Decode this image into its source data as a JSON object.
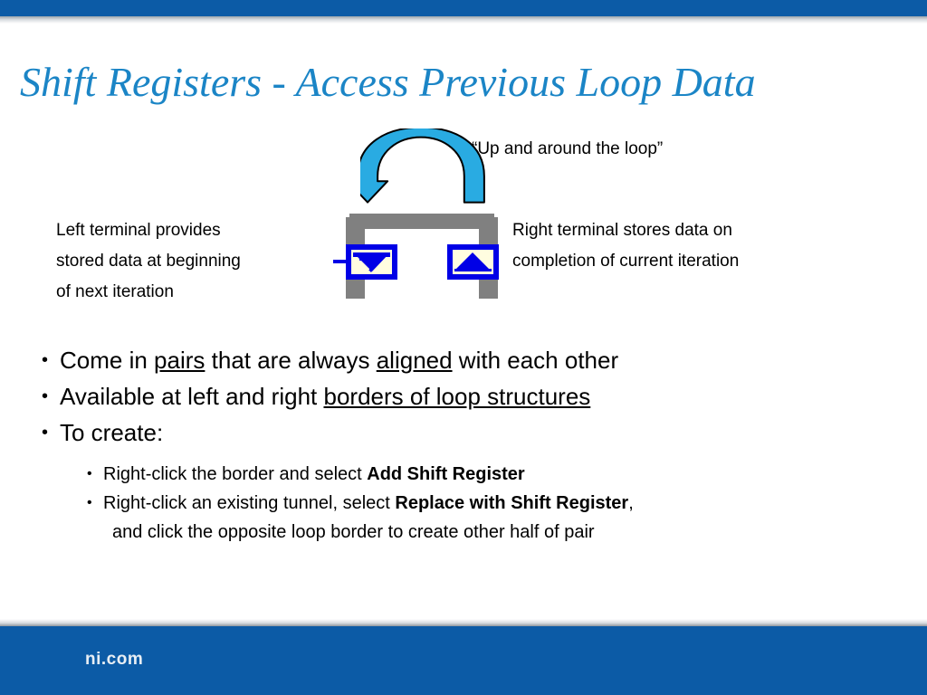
{
  "chrome": {
    "top_bar_color": "#0c5ba6",
    "bottom_bar_color": "#0c5ba6",
    "footer_text": "ni.com"
  },
  "title": {
    "text": "Shift Registers - Access Previous Loop Data",
    "color": "#1b85c6"
  },
  "diagram": {
    "quote_label": "“Up and around the loop”",
    "arrow_color": "#29abe2",
    "loop_color": "#808080",
    "terminal_border_color": "#0000e6",
    "terminal_fill_color": "#fffde0",
    "left_caption": {
      "line1": "Left terminal provides",
      "line2": "stored data at beginning",
      "line3": "of next iteration"
    },
    "right_caption": {
      "line1": "Right terminal stores data on",
      "line2": "completion of current iteration"
    },
    "left_terminal_glyph": "down-triangle-icon",
    "right_terminal_glyph": "up-triangle-icon"
  },
  "bullets": [
    {
      "parts": [
        {
          "t": "Come in ",
          "style": "plain"
        },
        {
          "t": "pairs",
          "style": "underline"
        },
        {
          "t": " that are always ",
          "style": "plain"
        },
        {
          "t": "aligned",
          "style": "underline"
        },
        {
          "t": " with each other",
          "style": "plain"
        }
      ]
    },
    {
      "parts": [
        {
          "t": "Available at left and right ",
          "style": "plain"
        },
        {
          "t": "borders of loop structures",
          "style": "underline"
        }
      ]
    },
    {
      "parts": [
        {
          "t": "To create:",
          "style": "plain"
        }
      ]
    }
  ],
  "sub_bullets": [
    {
      "parts": [
        {
          "t": "Right-click the border and select ",
          "style": "plain"
        },
        {
          "t": "Add Shift Register",
          "style": "bold"
        }
      ],
      "continuation": ""
    },
    {
      "parts": [
        {
          "t": "Right-click an existing tunnel, select ",
          "style": "plain"
        },
        {
          "t": "Replace with Shift Register",
          "style": "bold"
        },
        {
          "t": ",",
          "style": "plain"
        }
      ],
      "continuation": "and click the opposite loop border to create other half of pair"
    }
  ]
}
